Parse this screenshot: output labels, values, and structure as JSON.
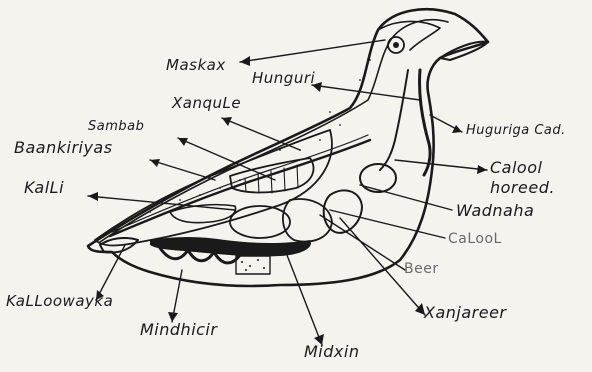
{
  "labels": {
    "maskax": "Maskax",
    "hunguri": "Hunguri",
    "xangule": "XanquLe",
    "sambab": "Sambab",
    "baankiriyas": "Baankiriyas",
    "kalli": "KalLi",
    "huguriga_cad": "Huguriga Cad.",
    "calool_horeed_1": "Calool",
    "calool_horeed_2": "horeed.",
    "wadnaha": "Wadnaha",
    "calool": "CaLooL",
    "beer": "Beer",
    "xanjareer": "Xanjareer",
    "kalloowayka": "KaLLoowayka",
    "mindhicir": "Mindhicir",
    "midxin": "Midxin"
  },
  "colors": {
    "ink": "#1a1a1a",
    "paper": "#f4f3ee",
    "faint_ink": "#6a6a6a"
  }
}
